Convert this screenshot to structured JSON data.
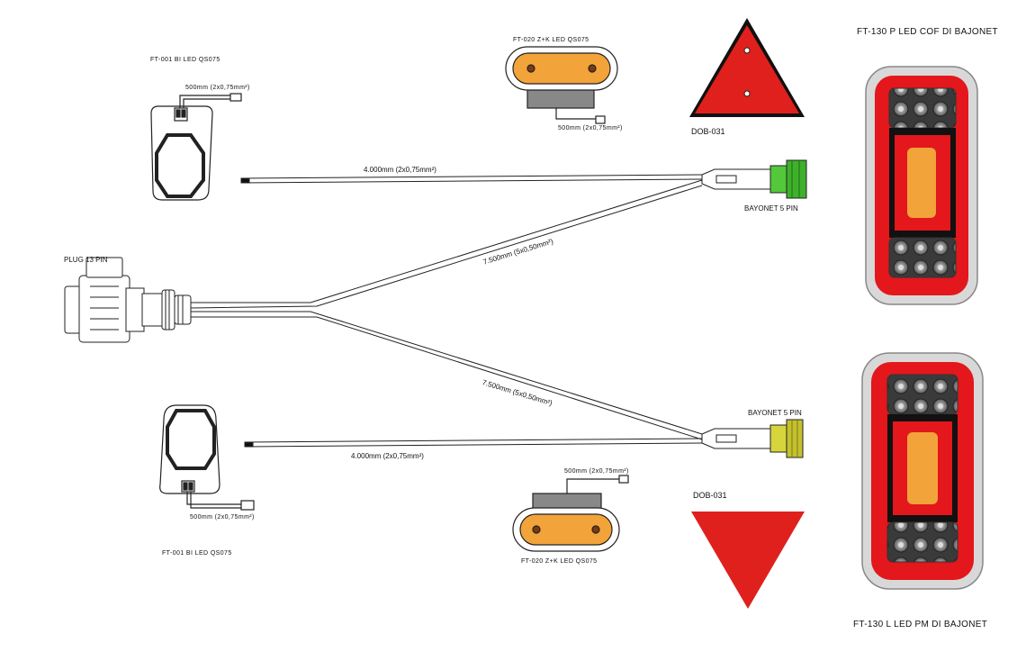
{
  "labels": {
    "ft001_top": "FT-001 BI LED QS075",
    "ft001_top_cable": "500mm (2x0,75mm²)",
    "ft020_top": "FT-020 Z+K LED QS075",
    "ft020_top_cable": "500mm (2x0,75mm²)",
    "dob_top": "DOB-031",
    "ft130_top": "FT-130 P LED COF DI BAJONET",
    "cable_upper": "4.000mm (2x0,75mm²)",
    "bayonet_upper": "BAYONET 5 PIN",
    "plug": "PLUG 13 PIN",
    "cable_diag_upper": "7.500mm (5x0,50mm²)",
    "cable_diag_lower": "7.500mm (5x0,50mm²)",
    "bayonet_lower": "BAYONET 5 PIN",
    "cable_lower": "4.000mm (2x0,75mm²)",
    "ft020_bottom_cable": "500mm (2x0,75mm²)",
    "dob_bottom": "DOB-031",
    "ft001_bottom_cable": "500mm (2x0,75mm²)",
    "ft001_bottom": "FT-001 BI LED QS075",
    "ft020_bottom": "FT-020 Z+K LED QS075",
    "ft130_bottom": "FT-130 L LED PM DI BAJONET"
  },
  "colors": {
    "triangle_red": "#e0201c",
    "lamp_red": "#e3171c",
    "amber": "#f2a33a",
    "bayonet_green": "#52c83a",
    "bayonet_yellow": "#d7d53c"
  }
}
